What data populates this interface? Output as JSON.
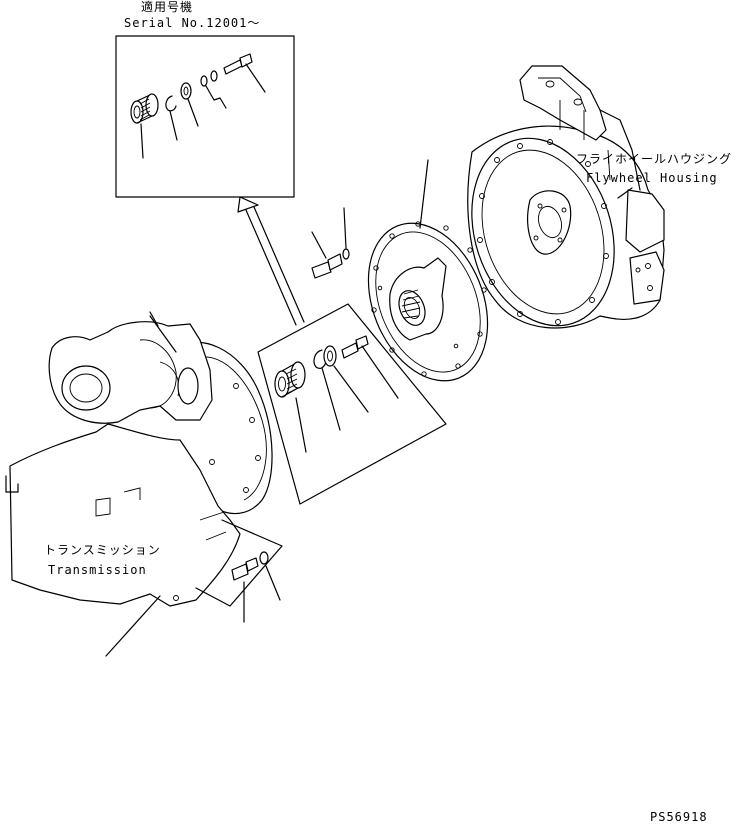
{
  "inset": {
    "title_jp": "適用号機",
    "serial": "Serial No.12001～"
  },
  "labels": {
    "flywheel_housing_jp": "フライホイールハウジング",
    "flywheel_housing_en": "Flywheel Housing",
    "transmission_jp": "トランスミッション",
    "transmission_en": "Transmission"
  },
  "drawing_id": "PS56918"
}
